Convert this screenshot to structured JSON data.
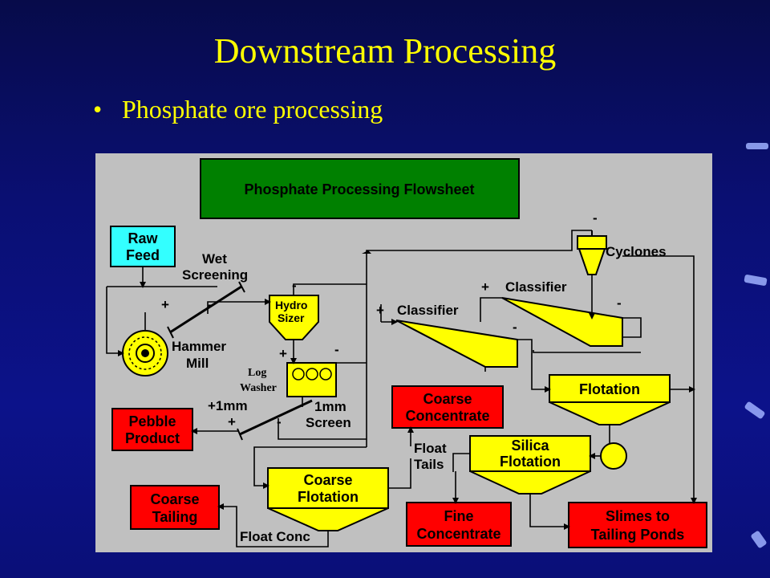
{
  "slide": {
    "title": "Downstream Processing",
    "bullet": "Phosphate ore processing"
  },
  "flowsheet": {
    "title": "Phosphate Processing Flowsheet",
    "raw_feed": [
      "Raw",
      "Feed"
    ],
    "wet_screening": [
      "Wet",
      "Screening"
    ],
    "hammer_mill": [
      "Hammer",
      "Mill"
    ],
    "hydro_sizer": [
      "Hydro",
      "Sizer"
    ],
    "log_washer": [
      "Log",
      "Washer"
    ],
    "screen_1mm": [
      "1mm",
      "Screen"
    ],
    "plus_1mm": "+1mm",
    "pebble_product": [
      "Pebble",
      "Product"
    ],
    "cyclones": "Cyclones",
    "classifier_upper": "Classifier",
    "classifier_lower": "Classifier",
    "flotation": "Flotation",
    "coarse_concentrate": [
      "Coarse",
      "Concentrate"
    ],
    "float_tails": [
      "Float",
      "Tails"
    ],
    "silica_flotation": [
      "Silica",
      "Flotation"
    ],
    "coarse_flotation": [
      "Coarse",
      "Flotation"
    ],
    "coarse_tailing": [
      "Coarse",
      "Tailing"
    ],
    "float_conc": "Float Conc",
    "fine_concentrate": [
      "Fine",
      "Concentrate"
    ],
    "slimes": [
      "Slimes to",
      "Tailing Ponds"
    ],
    "plus_sign": "+",
    "minus_sign": "-"
  },
  "colors": {
    "background": "#0a0f73",
    "title_text": "#ffff00",
    "panel": "#c0c0c0",
    "title_box": "#008000",
    "raw_feed_box": "#33ffff",
    "product_box": "#ff0000",
    "equipment": "#ffff00"
  }
}
